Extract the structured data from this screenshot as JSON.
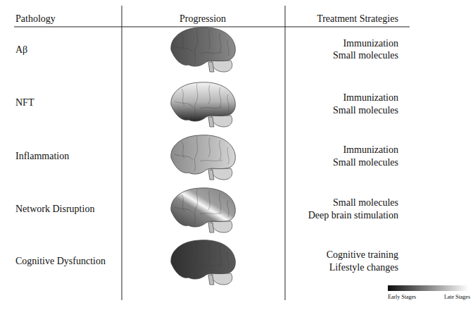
{
  "diagram": {
    "labels": [
      "Pathology",
      "Progression",
      "Treatment Strategies",
      "Aβ",
      "Immunization",
      "Small molecules",
      "NFT",
      "Immunization",
      "Small molecules",
      "Inflammation",
      "Immunization",
      "Small molecules",
      "Network Disruption",
      "Small molecules",
      "Deep brain stimulation",
      "Cognitive Dysfunction",
      "Cognitive training",
      "Lifestyle changes",
      "Early Stages",
      "Late Stages"
    ]
  }
}
